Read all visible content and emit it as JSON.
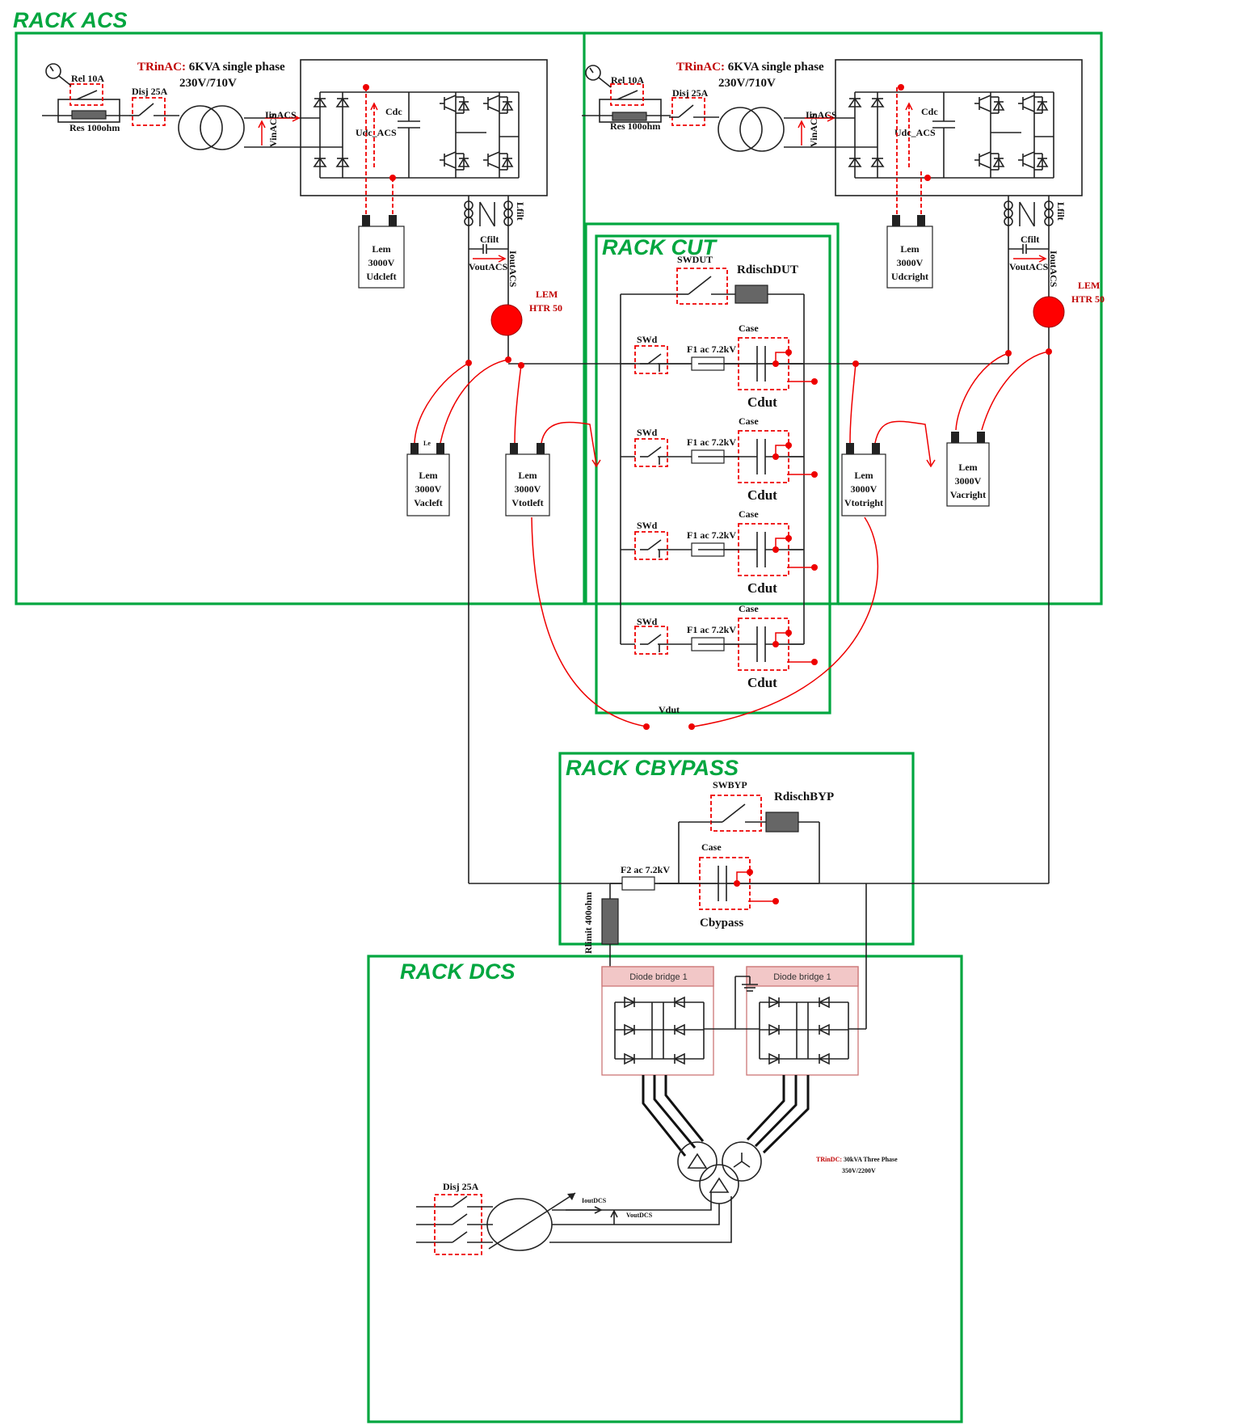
{
  "racks": {
    "acs": "RACK ACS",
    "cut": "RACK CUT",
    "cbypass": "RACK CBYPASS",
    "dcs": "RACK DCS"
  },
  "acs_left": {
    "trinac_prefix": "TRinAC:",
    "trinac_spec": "6KVA single phase",
    "trinac_voltage": "230V/710V",
    "relay": "Rel 10A",
    "resistor": "Res 100ohm",
    "breaker": "Disj 25A",
    "iin": "IinACS",
    "vin": "VinACS",
    "cdc": "Cdc",
    "udc": "Udc_ACS",
    "lfilt": "Lfilt",
    "cfilt": "Cfilt",
    "vout": "VoutACS",
    "iout": "IoutACS",
    "lem_sensor": [
      "LEM",
      "HTR 50"
    ],
    "lem_udc": [
      "Lem",
      "3000V",
      "Udcleft"
    ],
    "lem_vac": [
      "Lem",
      "3000V",
      "Vacleft"
    ],
    "lem_vtot": [
      "Lem",
      "3000V",
      "Vtotleft"
    ],
    "le_tag": "Le"
  },
  "acs_right": {
    "trinac_prefix": "TRinAC:",
    "trinac_spec": "6KVA single phase",
    "trinac_voltage": "230V/710V",
    "relay": "Rel 10A",
    "resistor": "Res 100ohm",
    "breaker": "Disj 25A",
    "iin": "IinACS",
    "vin": "VinACS",
    "cdc": "Cdc",
    "udc": "Udc_ACS",
    "lfilt": "Lfilt",
    "cfilt": "Cfilt",
    "vout": "VoutACS",
    "iout": "IoutACS",
    "lem_sensor": [
      "LEM",
      "HTR 50"
    ],
    "lem_udc": [
      "Lem",
      "3000V",
      "Udcright"
    ],
    "lem_vtot": [
      "Lem",
      "3000V",
      "Vtotright"
    ],
    "lem_vac": [
      "Lem",
      "3000V",
      "Vacright"
    ]
  },
  "cut": {
    "sw_dut": "SWDUT",
    "rdisch": "RdischDUT",
    "vdut": "Vdut",
    "branches": [
      {
        "sw": "SWd",
        "fuse": "F1 ac 7.2kV",
        "case": "Case",
        "cap": "Cdut"
      },
      {
        "sw": "SWd",
        "fuse": "F1 ac 7.2kV",
        "case": "Case",
        "cap": "Cdut"
      },
      {
        "sw": "SWd",
        "fuse": "F1 ac 7.2kV",
        "case": "Case",
        "cap": "Cdut"
      },
      {
        "sw": "SWd",
        "fuse": "F1 ac 7.2kV",
        "case": "Case",
        "cap": "Cdut"
      }
    ]
  },
  "cbypass": {
    "sw": "SWBYP",
    "rdisch": "RdischBYP",
    "fuse": "F2 ac 7.2kV",
    "case": "Case",
    "cap": "Cbypass",
    "rlimit": "Rlimit 400ohm"
  },
  "dcs": {
    "bridge_left": "Diode bridge 1",
    "bridge_right": "Diode bridge 1",
    "trindc_prefix": "TRinDC:",
    "trindc_spec": "30kVA Three Phase",
    "trindc_voltage": "350V/2200V",
    "breaker": "Disj 25A",
    "iout": "IoutDCS",
    "vout": "VoutDCS"
  }
}
